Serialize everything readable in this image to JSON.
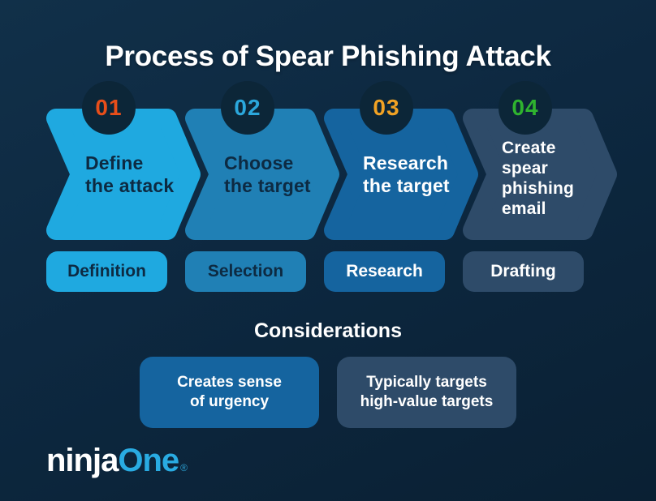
{
  "title": "Process of Spear Phishing Attack",
  "theme": {
    "background": "#0d2840",
    "circle_fill": "#0c2638",
    "dark_text": "#0d2a42"
  },
  "steps": [
    {
      "number": "01",
      "number_color": "#e84e1a",
      "lines": [
        "Define",
        "the attack"
      ],
      "badge": "Definition",
      "shape_color": "#1fa9e0",
      "text_color": "#0d2a42"
    },
    {
      "number": "02",
      "number_color": "#2ba7dc",
      "lines": [
        "Choose",
        "the target"
      ],
      "badge": "Selection",
      "shape_color": "#2080b5",
      "text_color": "#0d2a42"
    },
    {
      "number": "03",
      "number_color": "#f1a224",
      "lines": [
        "Research",
        "the target"
      ],
      "badge": "Research",
      "shape_color": "#15649f",
      "text_color": "#ffffff"
    },
    {
      "number": "04",
      "number_color": "#2fb32f",
      "lines": [
        "Create",
        "spear",
        "phishing",
        "email"
      ],
      "badge": "Drafting",
      "shape_color": "#2e4b69",
      "text_color": "#ffffff"
    }
  ],
  "considerations": {
    "heading": "Considerations",
    "items": [
      {
        "lines": [
          "Creates sense",
          "of urgency"
        ],
        "color": "#15649f"
      },
      {
        "lines": [
          "Typically targets",
          "high-value targets"
        ],
        "color": "#2e4b69"
      }
    ]
  },
  "logo": {
    "part1": "ninja",
    "part2": "One",
    "mark": "®"
  }
}
